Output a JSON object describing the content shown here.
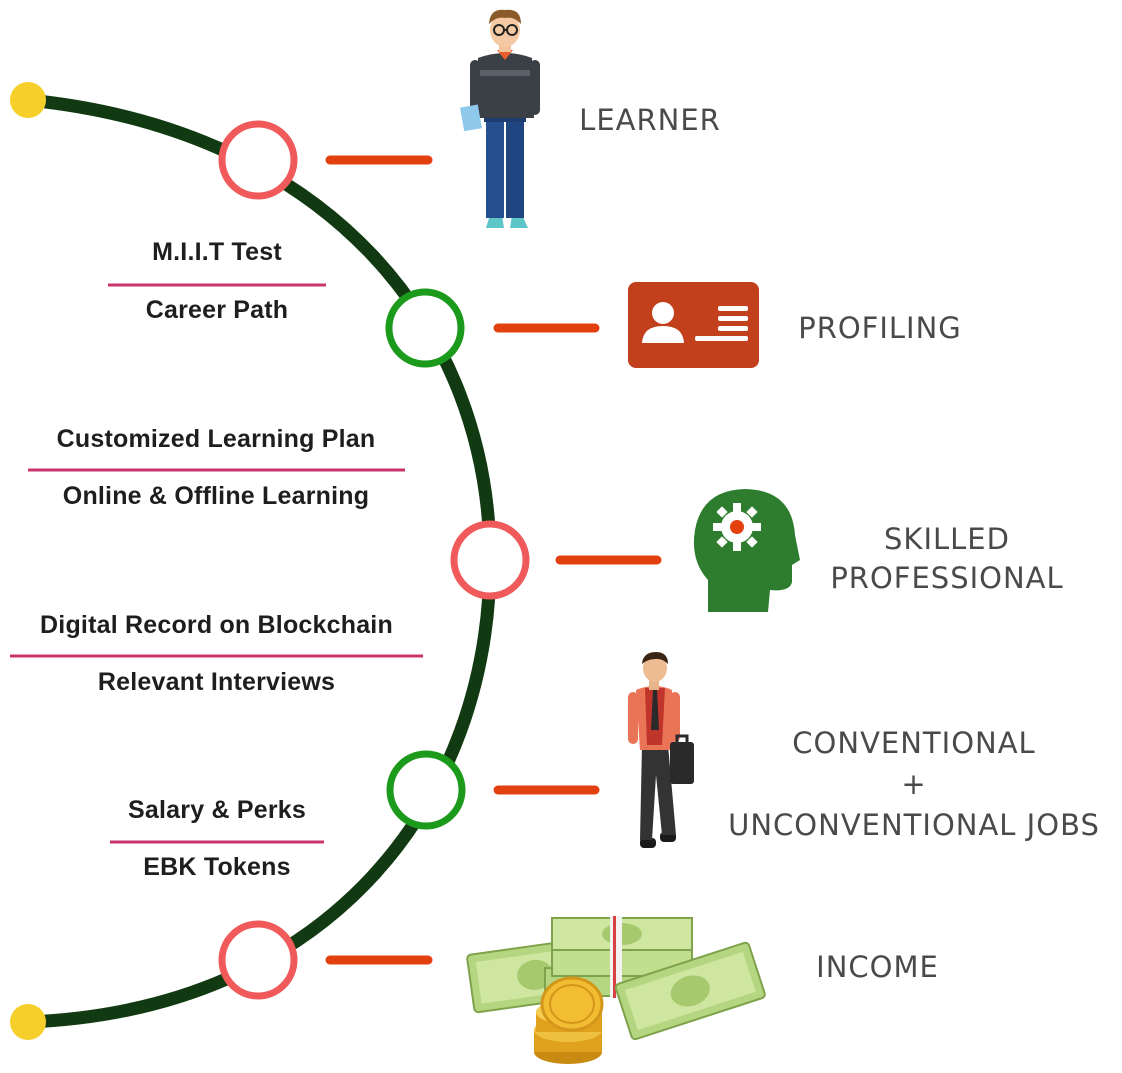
{
  "left_labels": [
    {
      "top": "M.I.I.T Test",
      "bottom": "Career Path"
    },
    {
      "top": "Customized Learning Plan",
      "bottom": "Online & Offline Learning"
    },
    {
      "top": "Digital Record on Blockchain",
      "bottom": "Relevant Interviews"
    },
    {
      "top": "Salary & Perks",
      "bottom": "EBK Tokens"
    }
  ],
  "stages": [
    {
      "title": "LEARNER",
      "icon": "learner-icon"
    },
    {
      "title": "PROFILING",
      "icon": "profile-card-icon"
    },
    {
      "line1": "SKILLED",
      "line2": "PROFESSIONAL",
      "icon": "head-gear-icon"
    },
    {
      "line1": "CONVENTIONAL",
      "line2": "+",
      "line3": "UNCONVENTIONAL JOBS",
      "icon": "businessman-icon"
    },
    {
      "title": "INCOME",
      "icon": "money-icon"
    }
  ],
  "colors": {
    "curve": "#123a12",
    "node_red": "#f05a5a",
    "node_green": "#1c9a1c",
    "endpoint": "#f7cf2a",
    "connector": "#e2410f",
    "divider": "#c8336b",
    "profile_card": "#c2401c",
    "head_icon": "#2e7d2e"
  }
}
